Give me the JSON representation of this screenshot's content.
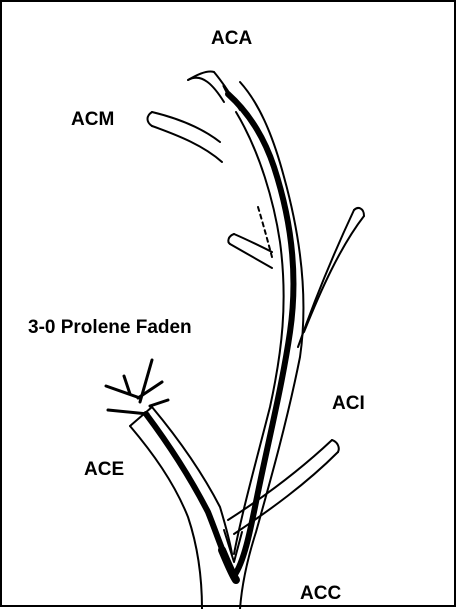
{
  "labels": {
    "aca": "ACA",
    "acm": "ACM",
    "filament": "3-0 Prolene Faden",
    "aci": "ACI",
    "ace": "ACE",
    "acc": "ACC"
  },
  "colors": {
    "line": "#000000",
    "vessel_fill": "#ffffff",
    "border": "#000000"
  }
}
